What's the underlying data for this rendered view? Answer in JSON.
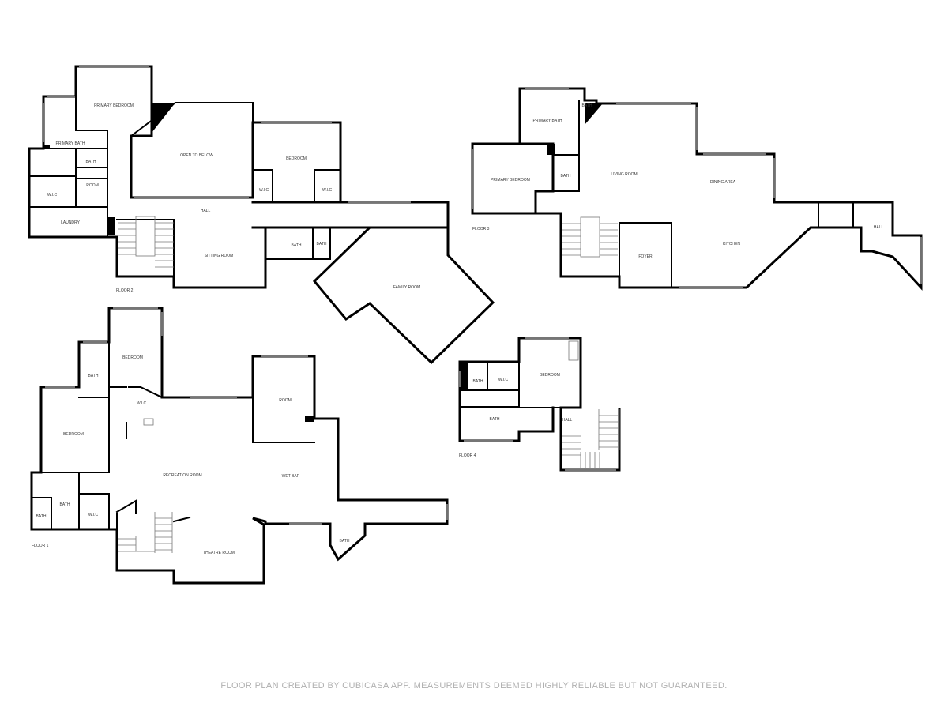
{
  "floors": {
    "floor2": {
      "label": "FLOOR 2",
      "rooms": {
        "primary_bedroom": "PRIMARY BEDROOM",
        "primary_bath": "PRIMARY BATH",
        "bath": "BATH",
        "room": "ROOM",
        "wic_left": "W.I.C",
        "laundry": "LAUNDRY",
        "open_to_below": "OPEN TO BELOW",
        "bedroom": "BEDROOM",
        "wic_a": "W.I.C",
        "wic_b": "W.I.C",
        "hall": "HALL",
        "sitting_room": "SITTING ROOM",
        "bath_a": "BATH",
        "bath_b": "BATH",
        "family_room": "FAMILY ROOM"
      }
    },
    "floor3": {
      "label": "FLOOR 3",
      "rooms": {
        "primary_bath": "PRIMARY BATH",
        "bath_top": "BATH",
        "primary_bedroom": "PRIMARY BEDROOM",
        "bath_mid": "BATH",
        "living_room": "LIVING ROOM",
        "dining_area": "DINING AREA",
        "kitchen": "KITCHEN",
        "foyer": "FOYER",
        "hall": "HALL"
      }
    },
    "floor1": {
      "label": "FLOOR 1",
      "rooms": {
        "bedroom_top": "BEDROOM",
        "bath_top": "BATH",
        "wic": "W.I.C",
        "bedroom_left": "BEDROOM",
        "recreation_room": "RECREATION ROOM",
        "room": "ROOM",
        "wet_bar": "WET BAR",
        "bath_a": "BATH",
        "bath_b": "BATH",
        "wic_b": "W.I.C",
        "theatre_room": "THEATRE ROOM",
        "bath_c": "BATH"
      }
    },
    "floor4": {
      "label": "FLOOR 4",
      "rooms": {
        "bath_a": "BATH",
        "wic": "W.I.C",
        "bedroom": "BEDROOM",
        "bath_b": "BATH",
        "hall": "HALL"
      }
    }
  },
  "footer": "FLOOR PLAN CREATED BY CUBICASA APP. MEASUREMENTS DEEMED HIGHLY RELIABLE BUT NOT GUARANTEED."
}
